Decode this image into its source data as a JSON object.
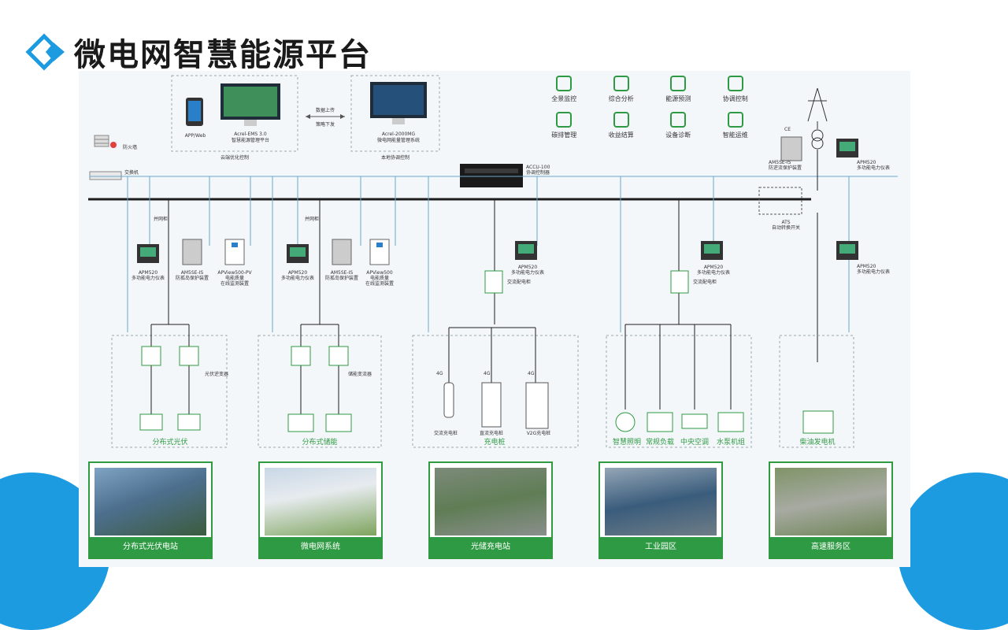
{
  "page_title": "微电网智慧能源平台",
  "top": {
    "firewall": "防火墙",
    "switch": "交换机",
    "app_web": "APP/Web",
    "ems_name": "Acrel-EMS 3.0",
    "ems_desc": "智慧能源管理平台",
    "cloud_opt": "云端优化控制",
    "data_up": "数据上传",
    "strategy_down": "策略下发",
    "mg_name": "Acrel-2000MG",
    "mg_desc": "微电网能量管理系统",
    "local_ctrl": "本地协调控制",
    "accu_name": "ACCU-100",
    "accu_desc": "协调控制器"
  },
  "features": [
    {
      "label": "全景监控",
      "icon": "monitor-icon"
    },
    {
      "label": "综合分析",
      "icon": "analysis-icon"
    },
    {
      "label": "能源预测",
      "icon": "forecast-icon"
    },
    {
      "label": "协调控制",
      "icon": "alarm-icon"
    },
    {
      "label": "碳排管理",
      "icon": "carbon-icon"
    },
    {
      "label": "收益结算",
      "icon": "revenue-icon"
    },
    {
      "label": "设备诊断",
      "icon": "diagnosis-icon"
    },
    {
      "label": "智能运维",
      "icon": "gear-icon"
    }
  ],
  "devices": {
    "bwg": "并网柜",
    "apm520": "APM520",
    "apm_desc": "多功能电力仪表",
    "am5se": "AM5SE-IS",
    "am5se_desc": "防孤岛保护装置",
    "apview500pv": "APView500-PV",
    "apview500pv_d1": "电能质量",
    "apview500pv_d2": "在线监测装置",
    "apview500": "APView500",
    "apview500_d1": "电能质量",
    "apview500_d2": "在线监测装置",
    "ac_box": "交流配电柜",
    "am5se_r_desc": "防逆流保护装置",
    "ats": "ATS",
    "ats_desc": "自动转换开关",
    "ce": "CE"
  },
  "groups": {
    "pv": {
      "title": "分布式光伏",
      "inverter": "光伏逆变器"
    },
    "storage": {
      "title": "分布式储能",
      "converter": "储能变流器"
    },
    "charge": {
      "title": "充电桩",
      "ac": "交流充电桩",
      "dc": "直流充电桩",
      "v2g": "V2G充电桩",
      "net": "4G"
    },
    "load": {
      "title": "智慧照明 常规负载 中央空调 水泵机组",
      "items": [
        "智慧照明",
        "常规负载",
        "中央空调",
        "水泵机组"
      ]
    },
    "gen": {
      "title": "柴油发电机"
    }
  },
  "photos": [
    "分布式光伏电站",
    "微电网系统",
    "光储充电站",
    "工业园区",
    "高速服务区"
  ],
  "colors": {
    "accent_green": "#2e9a43",
    "accent_blue": "#1c9be0",
    "bus": "#1e1e1e",
    "line_blue": "#6aa8cc"
  }
}
